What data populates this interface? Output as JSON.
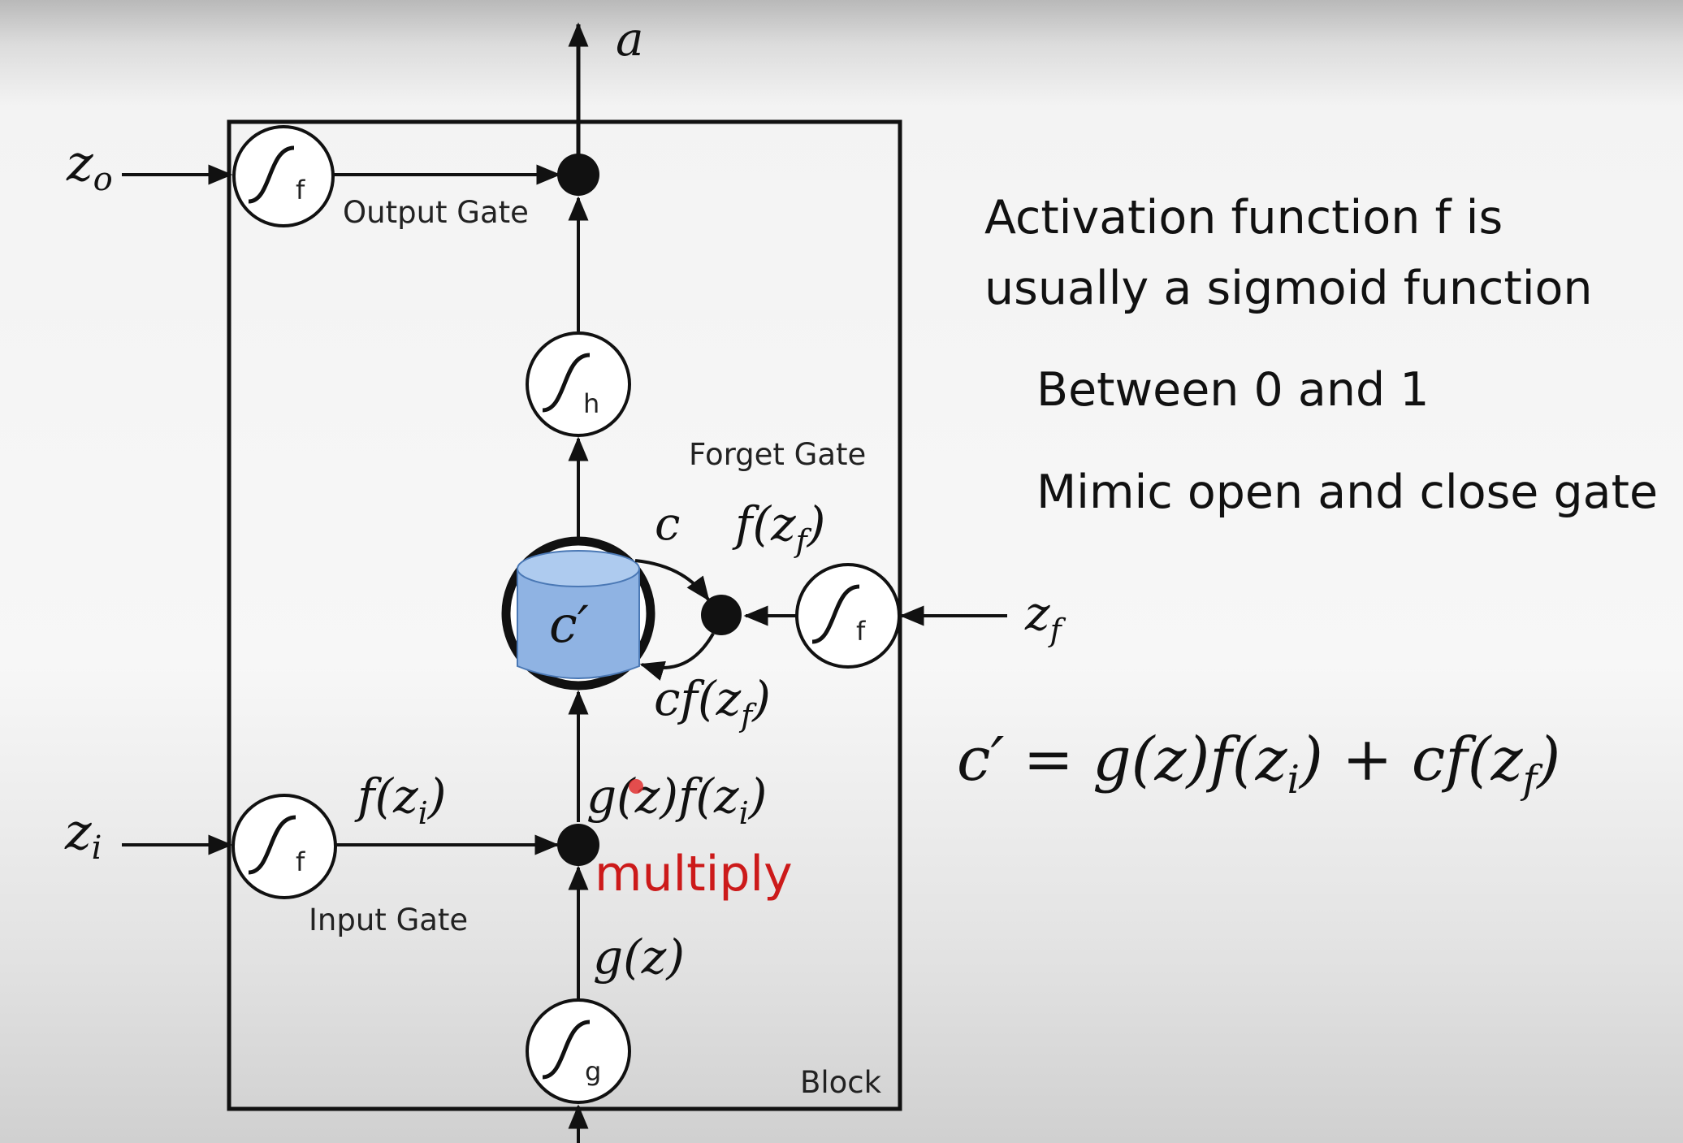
{
  "diagram": {
    "output_label": "a",
    "block_label": "Block",
    "gates": {
      "output": {
        "name": "Output Gate",
        "input": "zo",
        "input_sub": "o",
        "activation": "f"
      },
      "input": {
        "name": "Input Gate",
        "input": "zi",
        "input_sub": "i",
        "activation": "f",
        "output_expr": "f(zi)"
      },
      "forget": {
        "name": "Forget Gate",
        "input": "zf",
        "input_sub": "f",
        "activation": "f",
        "output_expr": "f(zf)"
      }
    },
    "cell": {
      "label": "c′",
      "prev_label": "c",
      "decay_expr": "cf(zf)"
    },
    "activations": {
      "h": "h",
      "g": "g"
    },
    "signals": {
      "g_out": "g(z)",
      "product": "g(z)f(zi)",
      "multiply_note": "multiply"
    }
  },
  "notes": {
    "line1": "Activation function f is",
    "line2": "usually a sigmoid function",
    "line3": "Between 0 and 1",
    "line4": "Mimic open and close gate"
  },
  "equation": "c′ = g(z)f(zi) + cf(zf)",
  "colors": {
    "cell_fill": "#8fb3e3",
    "cell_top": "#aecbef",
    "highlight_red": "#cc1a1a",
    "line": "#111111"
  }
}
